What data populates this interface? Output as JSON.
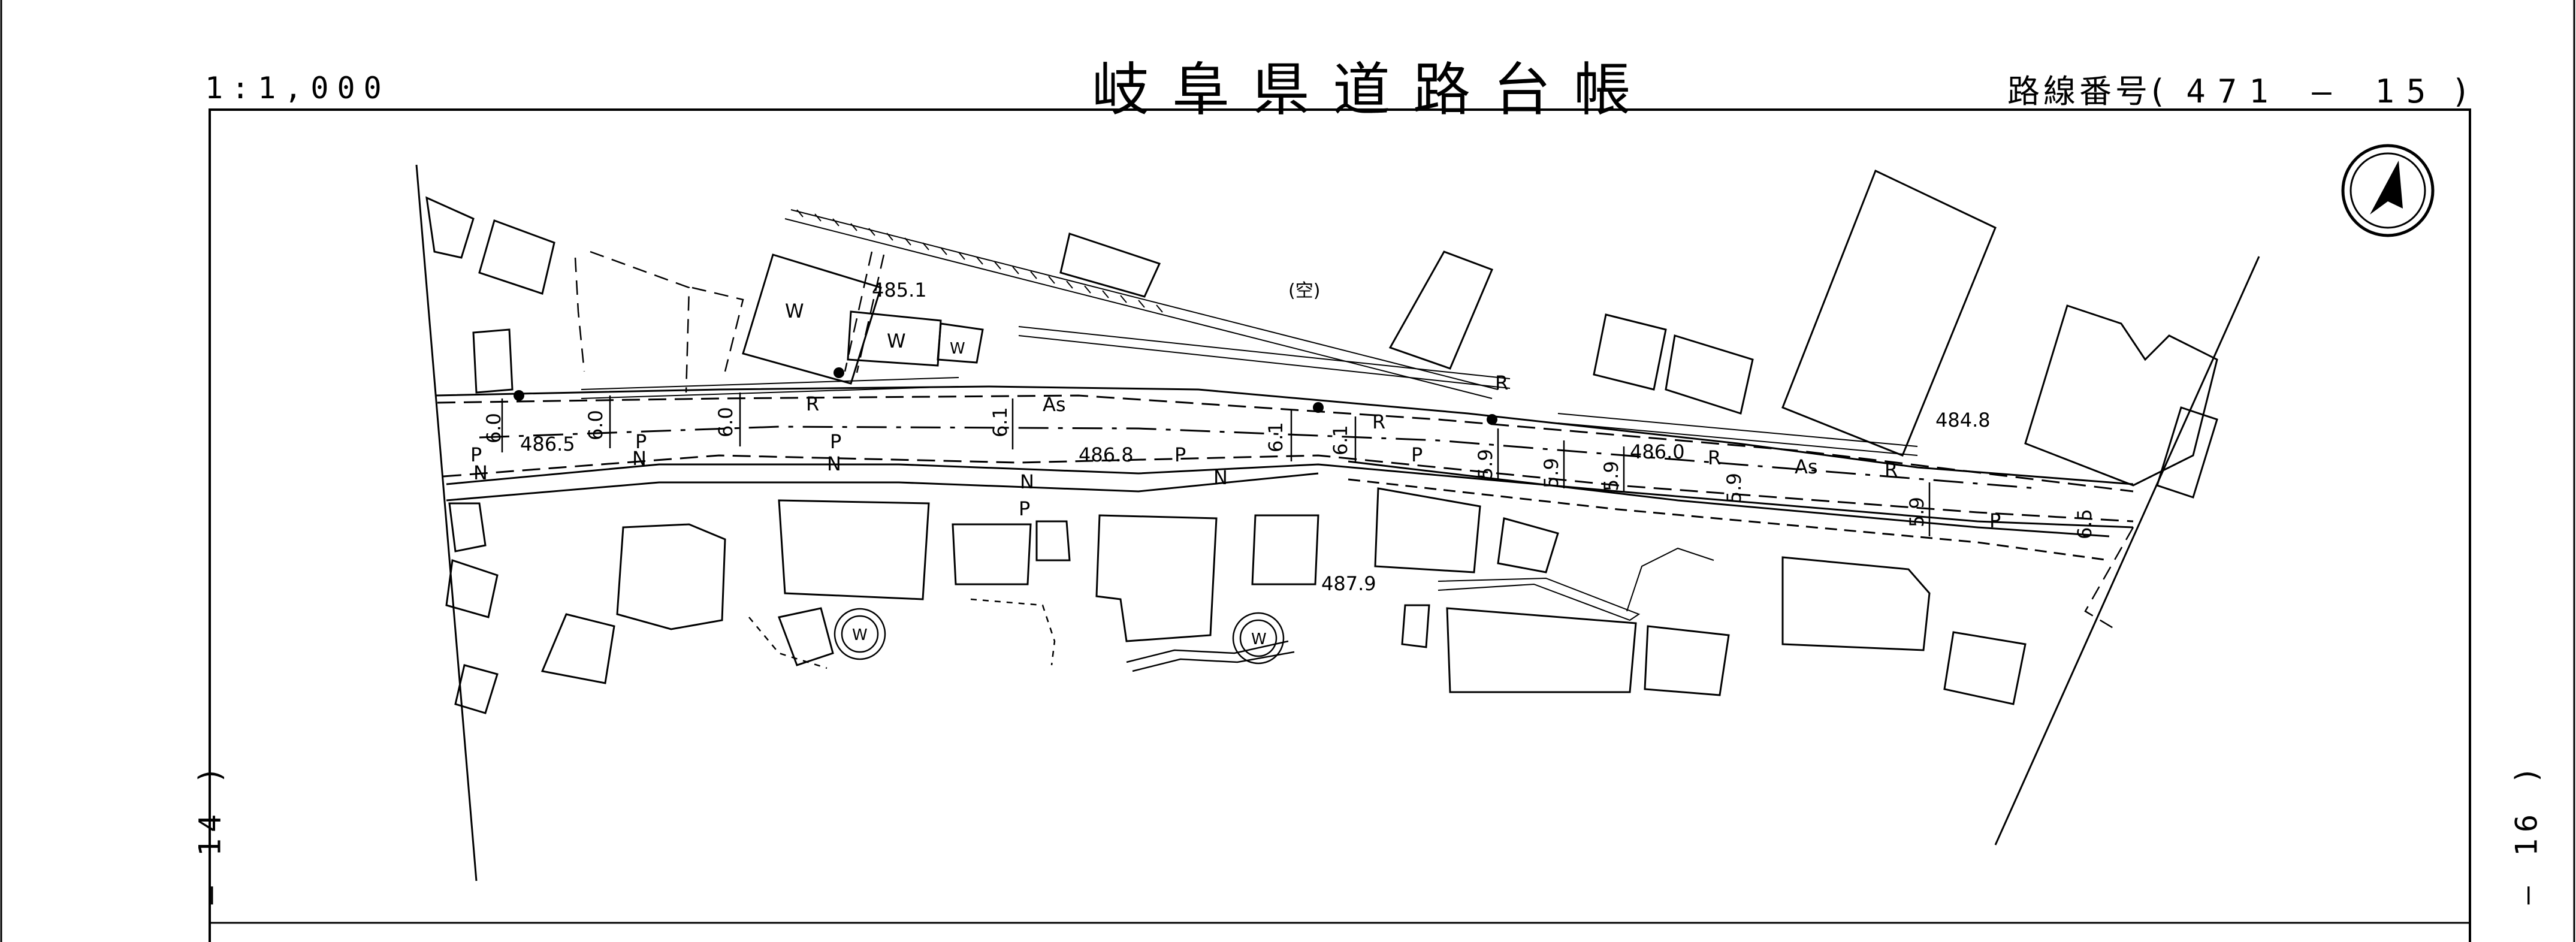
{
  "header": {
    "scale": "1:1,000",
    "title": "岐阜県道路台帳",
    "route_label": "路線番号",
    "route_open": "(",
    "route_number": "471 — 15",
    "route_close": ")"
  },
  "sheet_refs": {
    "left": "— 14 )",
    "right": "— 16 )"
  },
  "map": {
    "north_arrow": "north-arrow-icon",
    "road_surface": "As",
    "elevations": [
      "486.5",
      "486.8",
      "487.9",
      "486.0",
      "484.8",
      "485.1"
    ],
    "widths": [
      "6.0",
      "6.0",
      "6.0",
      "6.1",
      "6.1",
      "6.1",
      "5.9",
      "5.9",
      "5.9",
      "5.9",
      "5.9",
      "6.5"
    ],
    "marks": {
      "curb": "R",
      "pole": "P",
      "n": "N",
      "water": "W",
      "vacant": "(空)"
    }
  }
}
